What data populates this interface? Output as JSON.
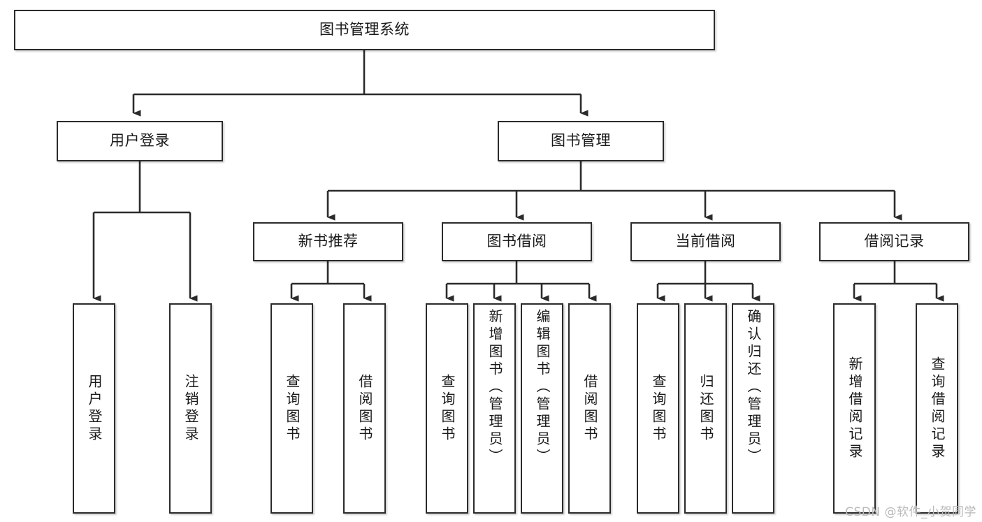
{
  "diagram": {
    "title": "图书管理系统",
    "type": "hierarchy-tree",
    "watermark": "CSDN @软件_小贺同学",
    "colors": {
      "box_border": "#2b2b2b",
      "box_fill": "#ffffff",
      "connector": "#2b2b2b",
      "text": "#1a1a1a",
      "watermark": "#b9b9b9",
      "background": "#ffffff"
    },
    "root": {
      "label": "图书管理系统"
    },
    "level2": [
      {
        "label": "用户登录"
      },
      {
        "label": "图书管理"
      }
    ],
    "level3": [
      {
        "label": "新书推荐"
      },
      {
        "label": "图书借阅"
      },
      {
        "label": "当前借阅"
      },
      {
        "label": "借阅记录"
      }
    ],
    "leaves": {
      "user_login": [
        {
          "label": "用户登录"
        },
        {
          "label": "注销登录"
        }
      ],
      "new_book_recommend": [
        {
          "label": "查询图书"
        },
        {
          "label": "借阅图书"
        }
      ],
      "book_borrow": [
        {
          "label": "查询图书"
        },
        {
          "label": "新增图书（管理员）"
        },
        {
          "label": "编辑图书（管理员）"
        },
        {
          "label": "借阅图书"
        }
      ],
      "current_borrow": [
        {
          "label": "查询图书"
        },
        {
          "label": "归还图书"
        },
        {
          "label": "确认归还（管理员）"
        }
      ],
      "borrow_record": [
        {
          "label": "新增借阅记录"
        },
        {
          "label": "查询借阅记录"
        }
      ]
    }
  }
}
